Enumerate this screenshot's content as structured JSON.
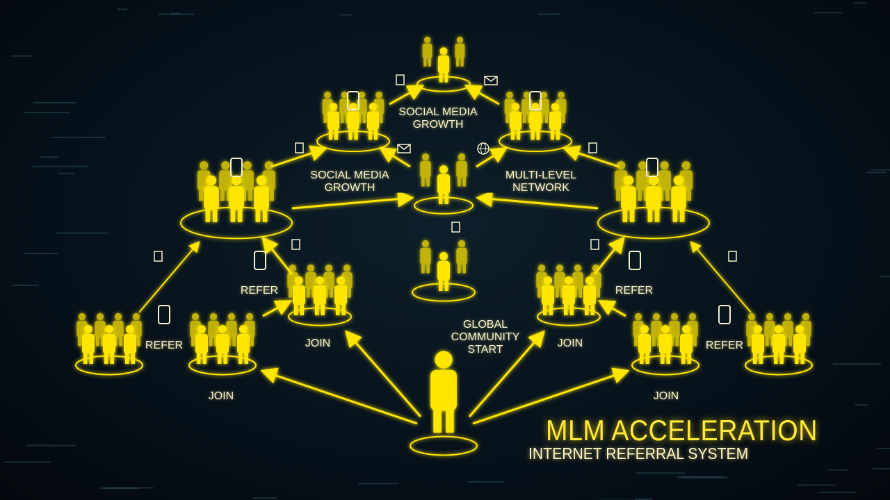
{
  "labels": {
    "top_growth": "SOCIAL MEDIA GROWTH",
    "left_growth": "SOCIAL MEDIA GROWTH",
    "network": "MULTI-LEVEL NETWORK",
    "start": "GLOBAL COMMUNITY START",
    "refer_1": "REFER",
    "refer_2": "REFER",
    "refer_3": "REFER",
    "refer_4": "REFER",
    "join_1": "JOIN",
    "join_2": "JOIN",
    "join_3": "JOIN",
    "join_4": "JOIN"
  },
  "title": "MLM ACCELERATION",
  "subtitle": "INTERNET REFERRAL SYSTEM",
  "colors": {
    "accent": "#ffe600",
    "glow": "#ffcc00",
    "background": "#07121b"
  },
  "icons": [
    "person-icon",
    "phone-icon",
    "document-icon",
    "envelope-icon",
    "globe-icon",
    "arrow-icon"
  ]
}
